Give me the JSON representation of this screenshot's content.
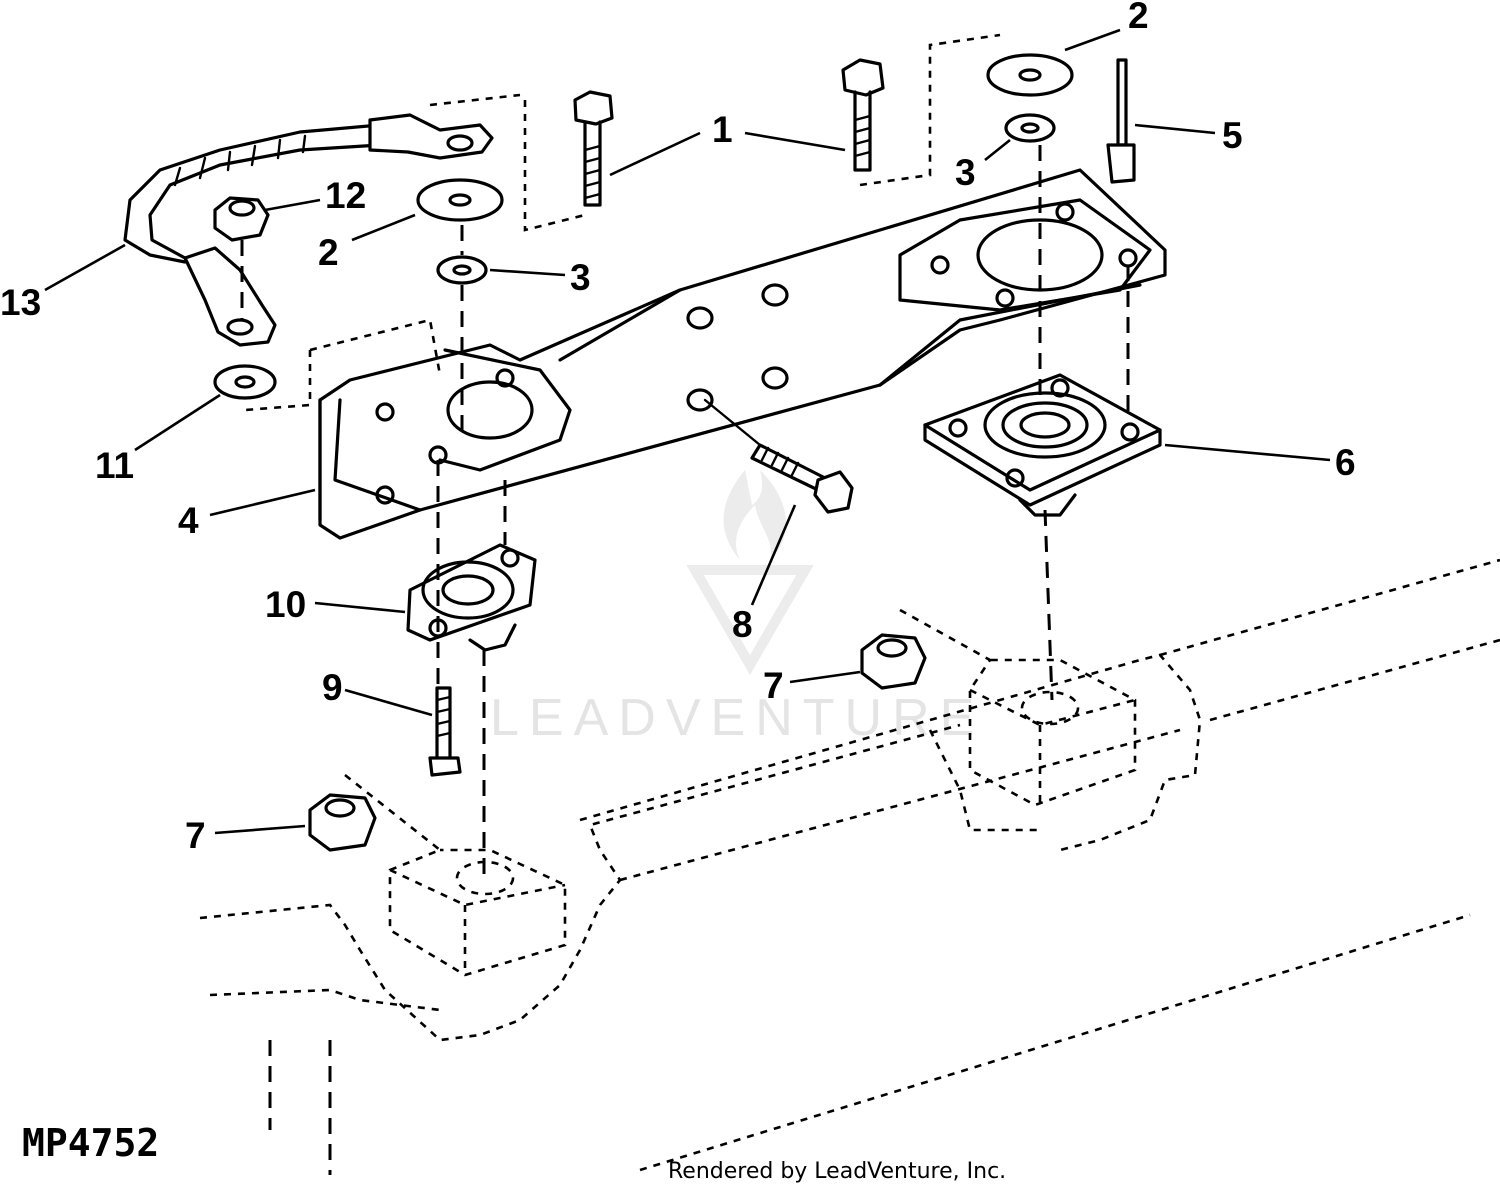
{
  "figure_id": "MP4752",
  "footer": "Rendered by LeadVenture, Inc.",
  "watermark": "LEADVENTURE",
  "callouts": [
    {
      "id": "c1",
      "label": "1"
    },
    {
      "id": "c2a",
      "label": "2"
    },
    {
      "id": "c2b",
      "label": "2"
    },
    {
      "id": "c3a",
      "label": "3"
    },
    {
      "id": "c3b",
      "label": "3"
    },
    {
      "id": "c4",
      "label": "4"
    },
    {
      "id": "c5",
      "label": "5"
    },
    {
      "id": "c6",
      "label": "6"
    },
    {
      "id": "c7a",
      "label": "7"
    },
    {
      "id": "c7b",
      "label": "7"
    },
    {
      "id": "c8",
      "label": "8"
    },
    {
      "id": "c9",
      "label": "9"
    },
    {
      "id": "c10",
      "label": "10"
    },
    {
      "id": "c11",
      "label": "11"
    },
    {
      "id": "c12",
      "label": "12"
    },
    {
      "id": "c13",
      "label": "13"
    }
  ]
}
